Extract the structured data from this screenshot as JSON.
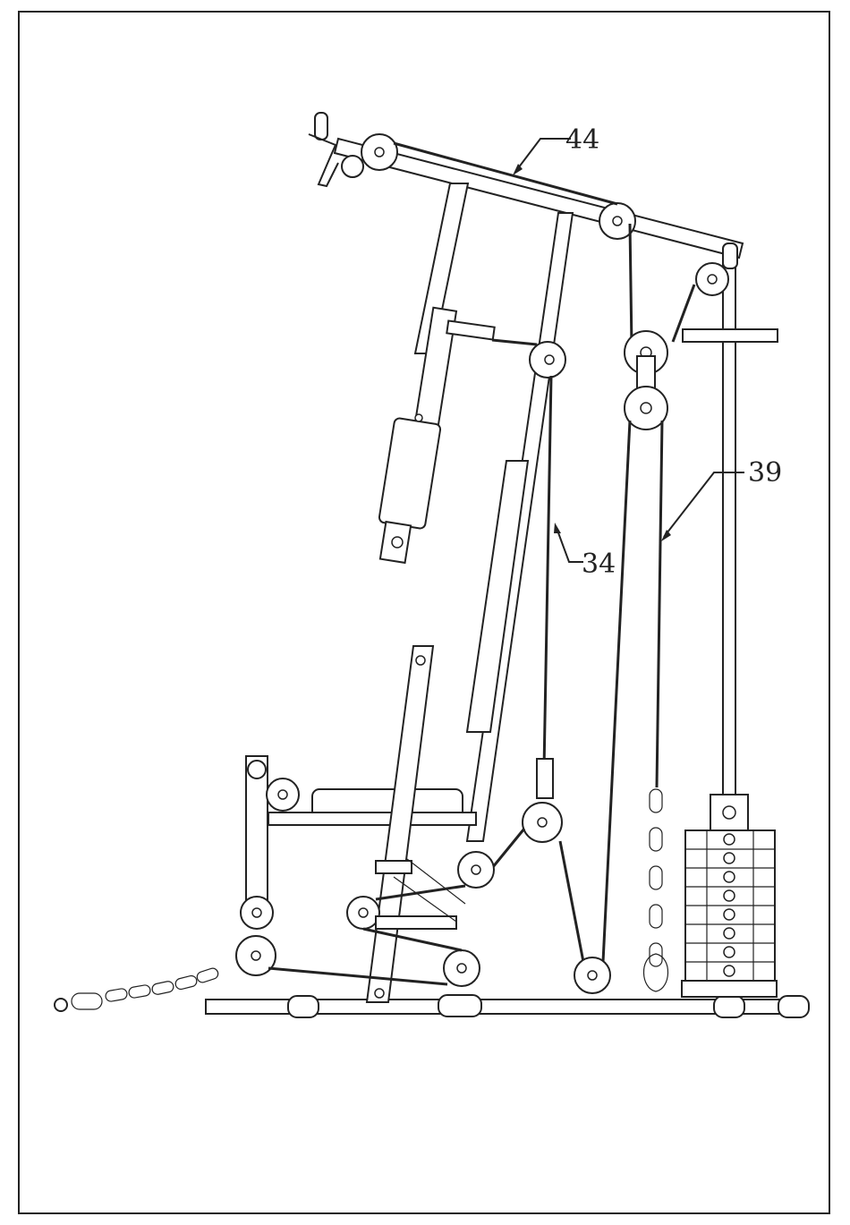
{
  "figure": {
    "callouts": [
      {
        "id": "part-44",
        "label": "44"
      },
      {
        "id": "part-34",
        "label": "34"
      },
      {
        "id": "part-39",
        "label": "39"
      }
    ]
  }
}
